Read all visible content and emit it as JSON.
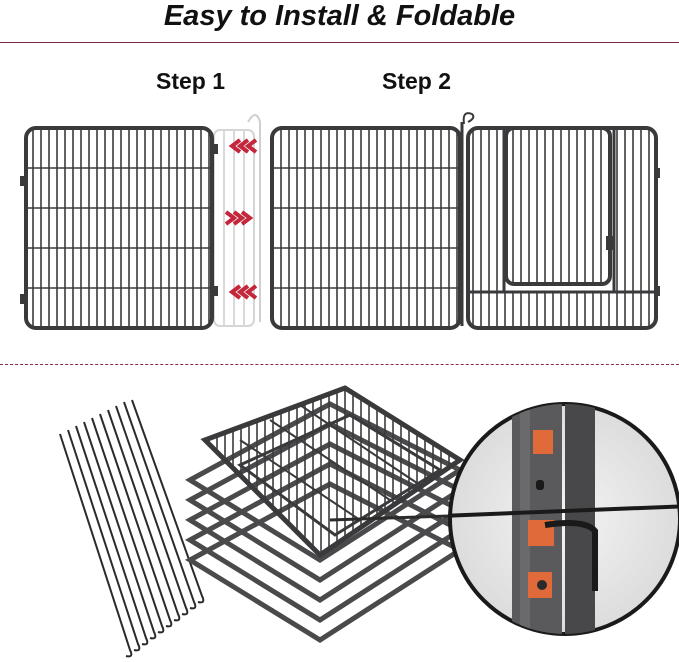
{
  "title": "Easy to Install & Foldable",
  "steps": [
    {
      "label": "Step 1"
    },
    {
      "label": "Step 2"
    }
  ],
  "colors": {
    "rule": "#7a2a3e",
    "frame": "#3a3a3c",
    "arrow": "#c4263b",
    "connector": "#e06a3a"
  }
}
